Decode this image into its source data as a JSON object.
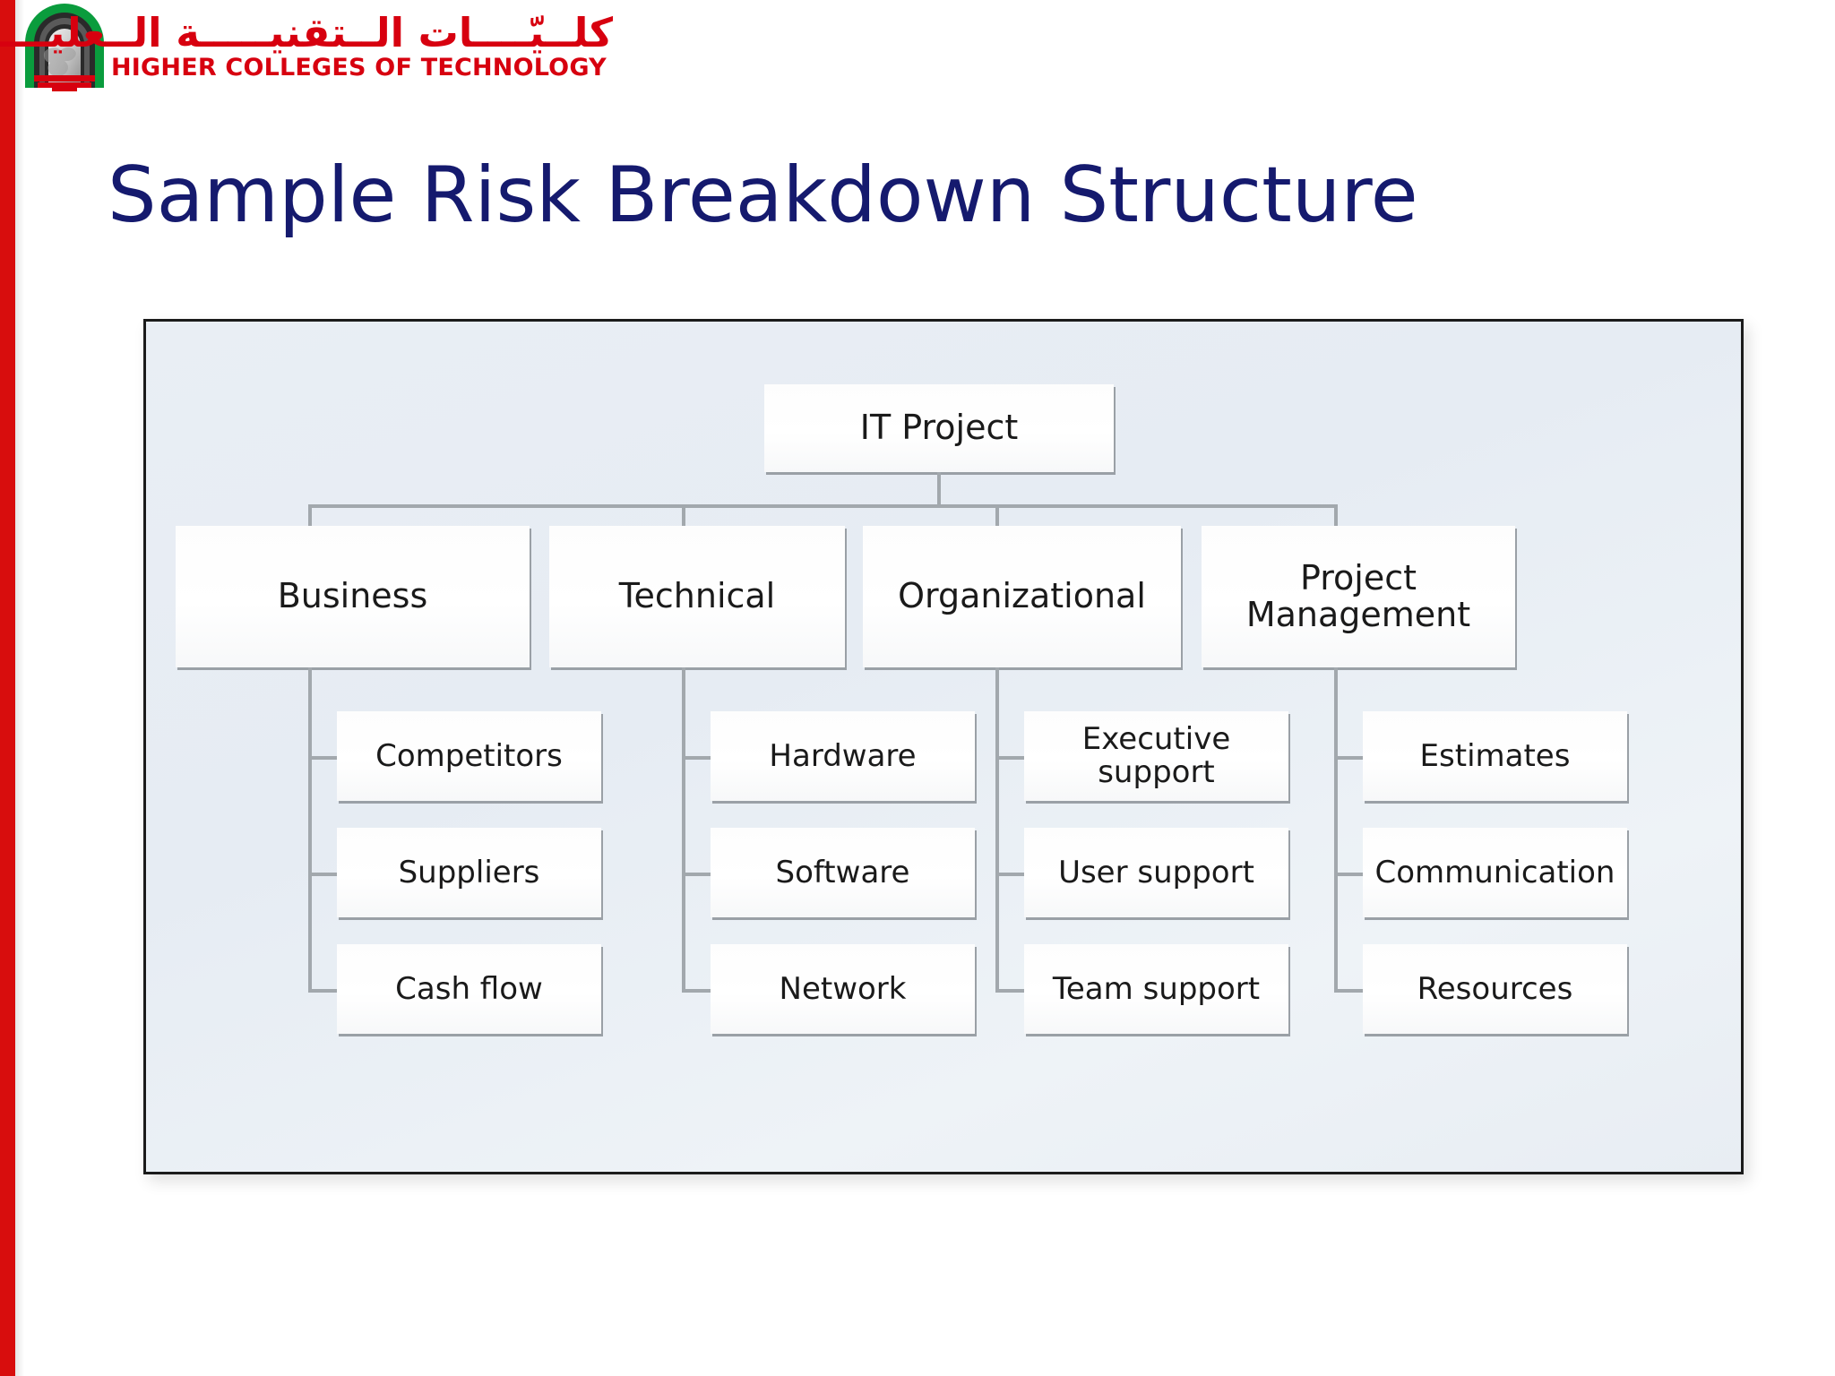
{
  "brand": {
    "arabic_name": "كلــيّــــات الــتقنيـــــة الــعليـــــا",
    "english_name": "HIGHER COLLEGES OF TECHNOLOGY",
    "logo_icon": "hct-arch-logo-icon",
    "accent_color": "#d7000f"
  },
  "slide": {
    "title": "Sample Risk Breakdown Structure",
    "title_color": "#151a6e",
    "accent_bar_color": "#d80d0d"
  },
  "diagram": {
    "type": "risk-breakdown-structure",
    "background_color": "#e9eef4",
    "border_color": "#1b1b1b",
    "node_fill_color": "#ffffff",
    "connector_color": "#a2a8ad",
    "root": {
      "label": "IT Project"
    },
    "branches": [
      {
        "label": "Business",
        "children": [
          {
            "label": "Competitors"
          },
          {
            "label": "Suppliers"
          },
          {
            "label": "Cash flow"
          }
        ]
      },
      {
        "label": "Technical",
        "children": [
          {
            "label": "Hardware"
          },
          {
            "label": "Software"
          },
          {
            "label": "Network"
          }
        ]
      },
      {
        "label": "Organizational",
        "children": [
          {
            "label": "Executive support"
          },
          {
            "label": "User support"
          },
          {
            "label": "Team support"
          }
        ]
      },
      {
        "label": "Project Management",
        "children": [
          {
            "label": "Estimates"
          },
          {
            "label": "Communication"
          },
          {
            "label": "Resources"
          }
        ]
      }
    ]
  }
}
